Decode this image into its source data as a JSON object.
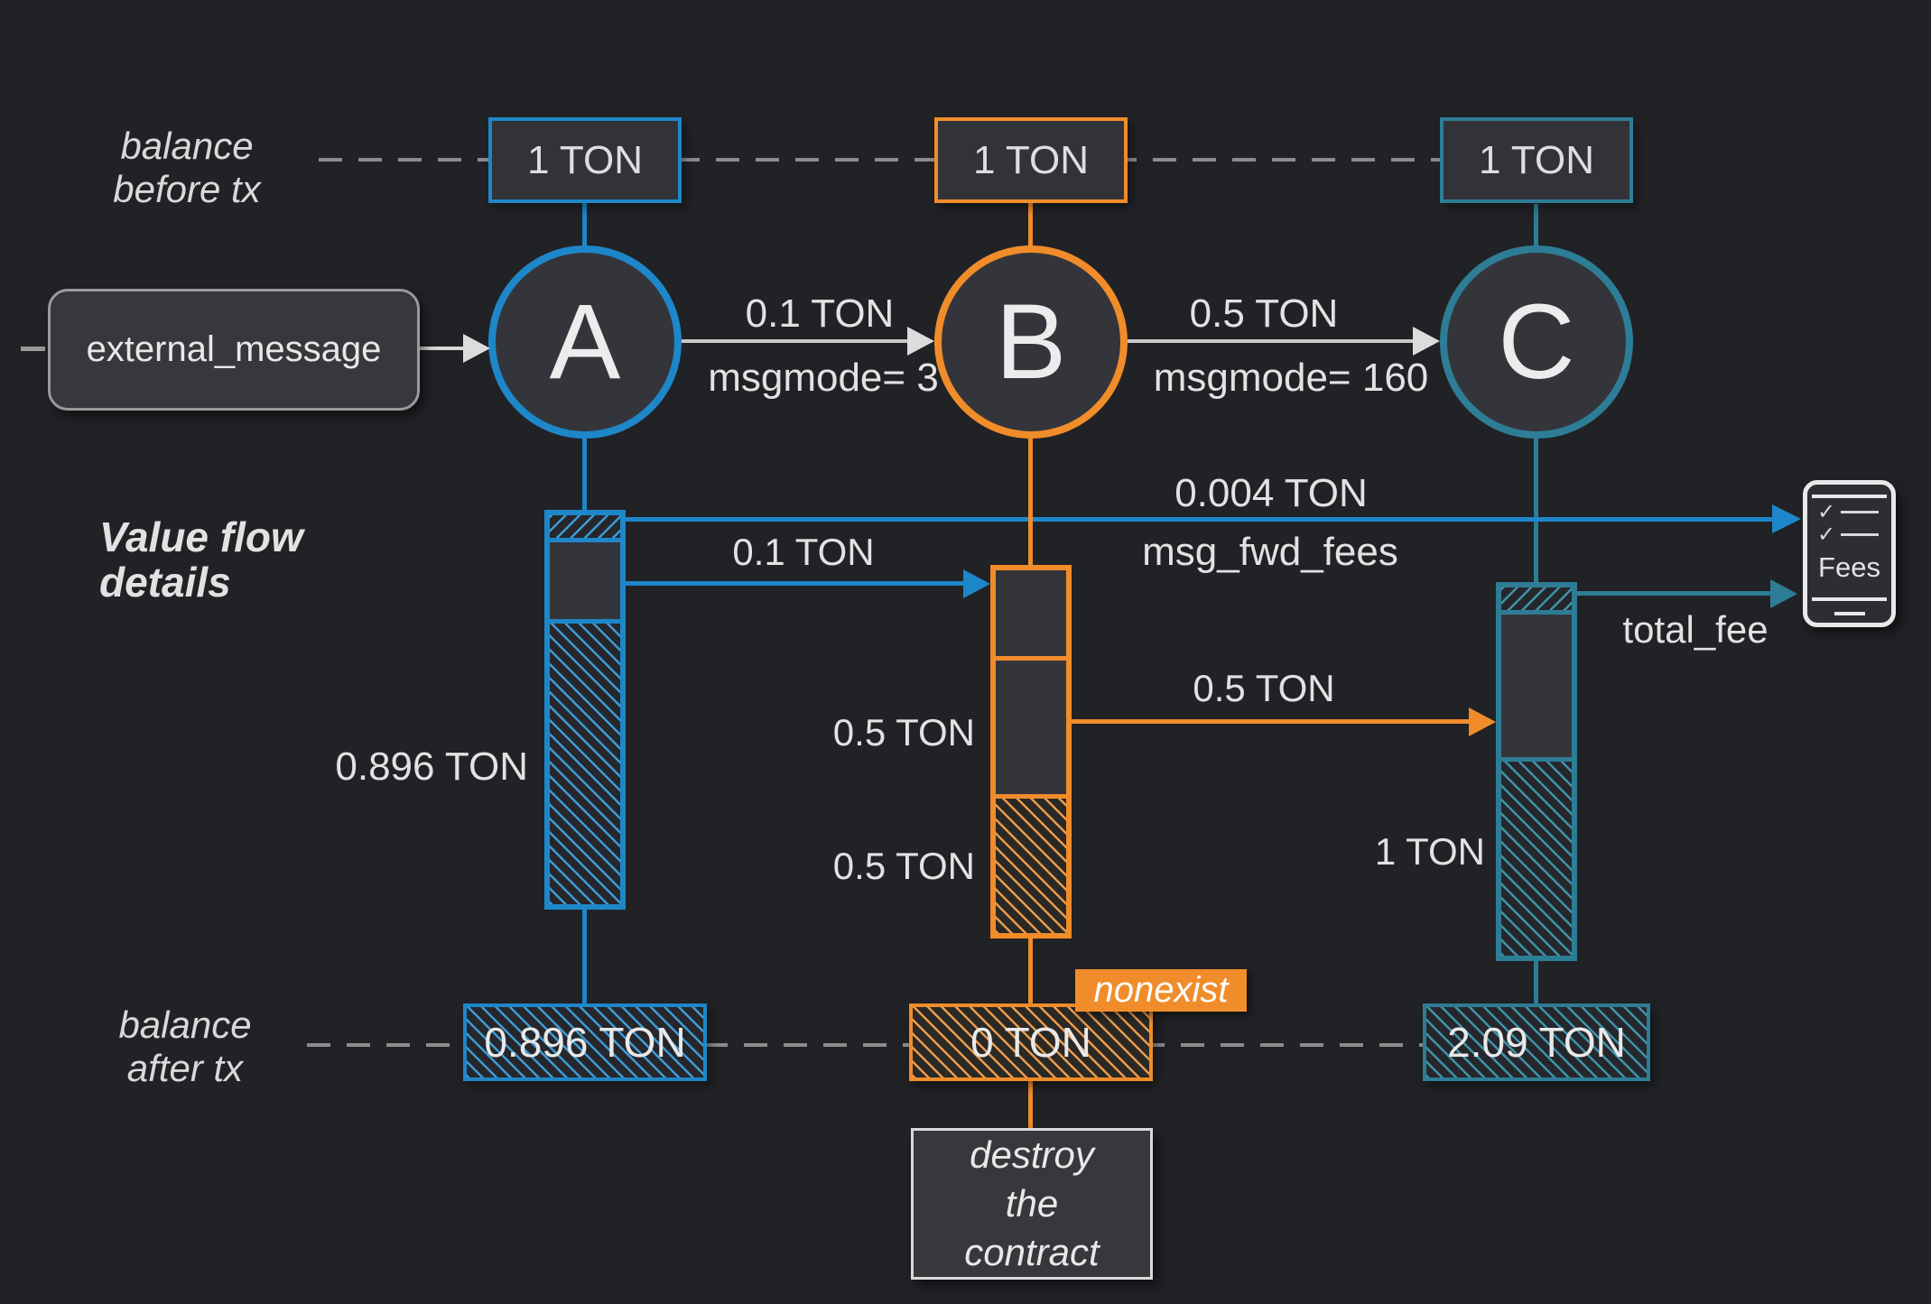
{
  "colors": {
    "background": "#212226",
    "blue": "#1e87c9",
    "orange": "#f18c2a",
    "teal": "#2e7d96",
    "text_light": "#e2e2e2",
    "dash_gray": "#8c8c8c"
  },
  "rows": {
    "balance_before": {
      "line1": "balance",
      "line2": "before tx"
    },
    "value_flow": {
      "line1": "Value flow",
      "line2": "details"
    },
    "balance_after": {
      "line1": "balance",
      "line2": "after tx"
    }
  },
  "external_message": {
    "label": "external_message"
  },
  "contracts": {
    "a": {
      "letter": "A",
      "balance_before": "1 TON",
      "balance_after": "0.896 TON",
      "flow_remainder": "0.896 TON"
    },
    "b": {
      "letter": "B",
      "balance_before": "1 TON",
      "balance_after": "0 TON",
      "badge": "nonexist",
      "flow_mid": "0.5 TON",
      "flow_bottom": "0.5 TON",
      "note": {
        "line1": "destroy",
        "line2": "the",
        "line3": "contract"
      }
    },
    "c": {
      "letter": "C",
      "balance_before": "1 TON",
      "balance_after": "2.09 TON",
      "flow_bottom": "1 TON"
    }
  },
  "messages": {
    "a_to_b": {
      "amount": "0.1 TON",
      "mode": "msgmode= 3"
    },
    "b_to_c": {
      "amount": "0.5 TON",
      "mode": "msgmode= 160"
    },
    "fwd_fee": {
      "amount": "0.004 TON",
      "label": "msg_fwd_fees"
    },
    "value_a_to_b": {
      "amount": "0.1 TON"
    },
    "value_b_to_c": {
      "amount": "0.5 TON"
    },
    "total_fee": {
      "label": "total_fee"
    }
  },
  "fees_icon": {
    "label": "Fees"
  }
}
